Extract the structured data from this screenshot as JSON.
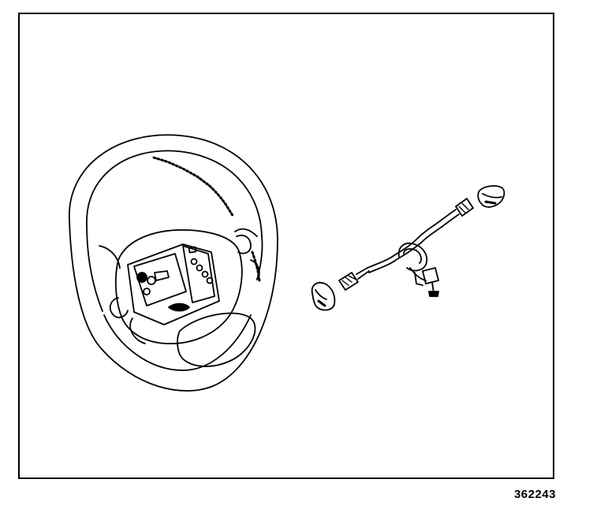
{
  "figure": {
    "figure_number": "362243",
    "colors": {
      "ink": "#000000",
      "paper": "#ffffff"
    },
    "parts": [
      {
        "name": "steering-wheel",
        "icon": "steering-wheel-icon"
      },
      {
        "name": "wiring-harness",
        "icon": "wire-harness-icon"
      },
      {
        "name": "left-switch-cap",
        "icon": "switch-cap-icon"
      },
      {
        "name": "right-switch-cap",
        "icon": "switch-cap-icon"
      }
    ]
  }
}
